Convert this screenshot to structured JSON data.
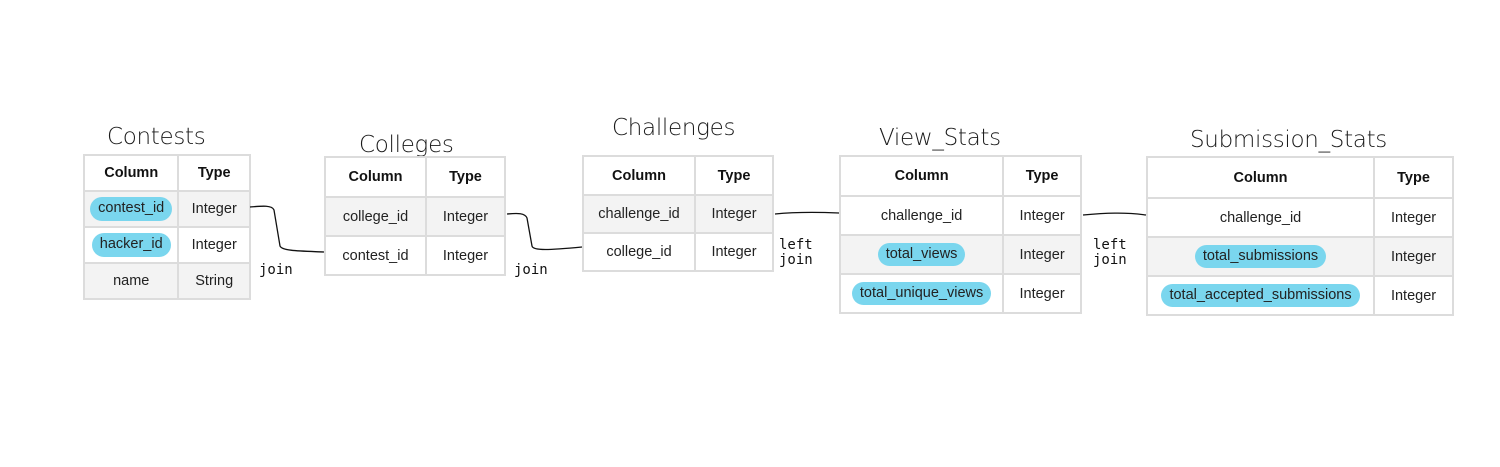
{
  "tables": [
    {
      "title": "Contests",
      "header": {
        "column": "Column",
        "type": "Type"
      },
      "rows": [
        {
          "column": "contest_id",
          "type": "Integer",
          "highlighted": true
        },
        {
          "column": "hacker_id",
          "type": "Integer",
          "highlighted": true
        },
        {
          "column": "name",
          "type": "String",
          "highlighted": false
        }
      ]
    },
    {
      "title": "Colleges",
      "header": {
        "column": "Column",
        "type": "Type"
      },
      "rows": [
        {
          "column": "college_id",
          "type": "Integer",
          "highlighted": false
        },
        {
          "column": "contest_id",
          "type": "Integer",
          "highlighted": false
        }
      ]
    },
    {
      "title": "Challenges",
      "header": {
        "column": "Column",
        "type": "Type"
      },
      "rows": [
        {
          "column": "challenge_id",
          "type": "Integer",
          "highlighted": false
        },
        {
          "column": "college_id",
          "type": "Integer",
          "highlighted": false
        }
      ]
    },
    {
      "title": "View_Stats",
      "header": {
        "column": "Column",
        "type": "Type"
      },
      "rows": [
        {
          "column": "challenge_id",
          "type": "Integer",
          "highlighted": false
        },
        {
          "column": "total_views",
          "type": "Integer",
          "highlighted": true
        },
        {
          "column": "total_unique_views",
          "type": "Integer",
          "highlighted": true
        }
      ]
    },
    {
      "title": "Submission_Stats",
      "header": {
        "column": "Column",
        "type": "Type"
      },
      "rows": [
        {
          "column": "challenge_id",
          "type": "Integer",
          "highlighted": false
        },
        {
          "column": "total_submissions",
          "type": "Integer",
          "highlighted": true
        },
        {
          "column": "total_accepted_submissions",
          "type": "Integer",
          "highlighted": true
        }
      ]
    }
  ],
  "joins": [
    {
      "label": "join",
      "from": "Contests.contest_id",
      "to": "Colleges.contest_id"
    },
    {
      "label": "join",
      "from": "Colleges.college_id",
      "to": "Challenges.college_id"
    },
    {
      "label": "left\njoin",
      "from": "Challenges.challenge_id",
      "to": "View_Stats.challenge_id"
    },
    {
      "label": "left\njoin",
      "from": "View_Stats.challenge_id",
      "to": "Submission_Stats.challenge_id"
    }
  ],
  "colors": {
    "highlight": "#7ad6ee",
    "border": "#dcdcdc",
    "row_alt": "#f3f3f3",
    "line": "#111111"
  }
}
